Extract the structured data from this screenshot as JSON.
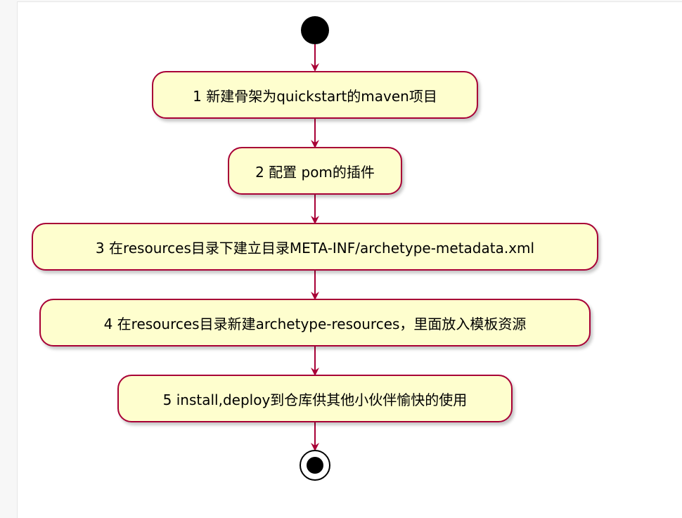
{
  "diagram": {
    "type": "activity",
    "colors": {
      "node_fill": "#fefece",
      "node_border": "#a80036",
      "arrow": "#a80036",
      "start": "#000000"
    },
    "steps": [
      {
        "label": "1 新建骨架为quickstart的maven项目"
      },
      {
        "label": "2 配置 pom的插件"
      },
      {
        "label": "3 在resources目录下建立目录META-INF/archetype-metadata.xml"
      },
      {
        "label": "4 在resources目录新建archetype-resources，里面放入模板资源"
      },
      {
        "label": "5 install,deploy到仓库供其他小伙伴愉快的使用"
      }
    ]
  }
}
